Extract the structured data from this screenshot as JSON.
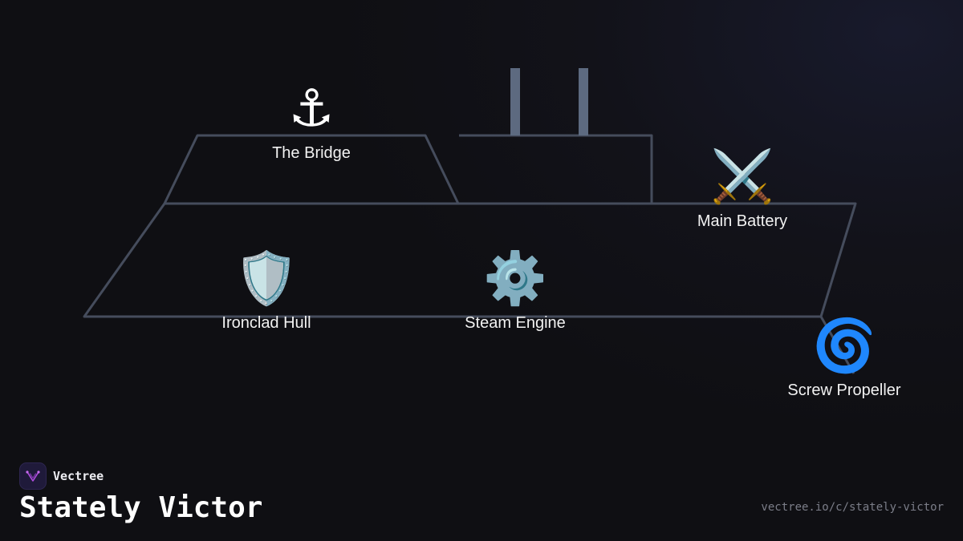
{
  "brand": {
    "name": "Vectree"
  },
  "title": "Stately Victor",
  "url": "vectree.io/c/stately-victor",
  "colors": {
    "outline": "#454c5c",
    "funnel": "#5d6a80",
    "text": "#ffffff",
    "url": "#7b7d88",
    "logo_accent": "#b14de0"
  },
  "parts": {
    "bridge": {
      "label": "The Bridge",
      "icon": "⚓",
      "icon_name": "anchor-icon"
    },
    "battery": {
      "label": "Main Battery",
      "icon": "⚔️",
      "icon_name": "crossed-swords-icon"
    },
    "hull": {
      "label": "Ironclad Hull",
      "icon": "🛡️",
      "icon_name": "shield-icon"
    },
    "engine": {
      "label": "Steam Engine",
      "icon": "⚙️",
      "icon_name": "gear-icon"
    },
    "propeller": {
      "label": "Screw Propeller",
      "icon": "🌀",
      "icon_name": "cyclone-icon"
    }
  }
}
